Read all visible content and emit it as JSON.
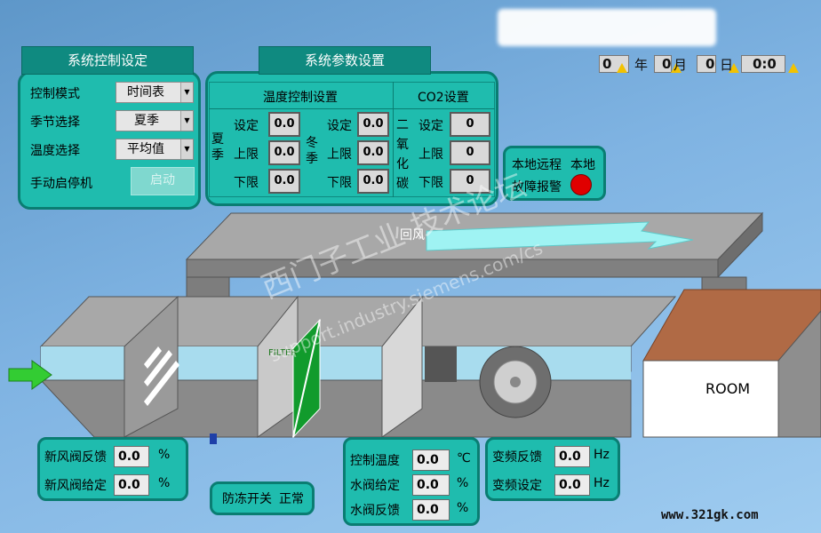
{
  "header": {
    "title_redacted": "",
    "date": {
      "year_value": "0",
      "year_label": "年",
      "month_value": "0",
      "month_label": "月",
      "day_value": "0",
      "day_label": "日",
      "time_value": "0:0"
    }
  },
  "control_panel": {
    "title": "系统控制设定",
    "rows": [
      {
        "label": "控制模式",
        "value": "时间表"
      },
      {
        "label": "季节选择",
        "value": "夏季"
      },
      {
        "label": "温度选择",
        "value": "平均值"
      }
    ],
    "manual_label": "手动启停机",
    "start_button": "启动"
  },
  "param_panel": {
    "title": "系统参数设置",
    "temp_header": "温度控制设置",
    "co2_header": "CO2设置",
    "summer_label": "夏季",
    "winter_label": "冬季",
    "co2_label": "二氧化碳",
    "row_labels": [
      "设定",
      "上限",
      "下限"
    ],
    "summer_values": [
      "0.0",
      "0.0",
      "0.0"
    ],
    "winter_values": [
      "0.0",
      "0.0",
      "0.0"
    ],
    "co2_values": [
      "0",
      "0",
      "0"
    ]
  },
  "status_panel": {
    "mode_label": "本地远程",
    "mode_value": "本地",
    "fault_label": "故障报警",
    "fault_color": "#e00000"
  },
  "diagram": {
    "return_air_label": "回风",
    "filter_label": "FILTER",
    "room_label": "ROOM"
  },
  "fresh_air_panel": {
    "rows": [
      {
        "label": "新风阀反馈",
        "value": "0.0",
        "unit": "%"
      },
      {
        "label": "新风阀给定",
        "value": "0.0",
        "unit": "%"
      }
    ]
  },
  "antifreeze_panel": {
    "label": "防冻开关",
    "status": "正常"
  },
  "water_panel": {
    "rows": [
      {
        "label": "控制温度",
        "value": "0.0",
        "unit": "℃"
      },
      {
        "label": "水阀给定",
        "value": "0.0",
        "unit": "%"
      },
      {
        "label": "水阀反馈",
        "value": "0.0",
        "unit": "%"
      }
    ]
  },
  "vfd_panel": {
    "rows": [
      {
        "label": "变频反馈",
        "value": "0.0",
        "unit": "Hz"
      },
      {
        "label": "变频设定",
        "value": "0.0",
        "unit": "Hz"
      }
    ]
  },
  "watermark": {
    "cn": "西门子工业 技术论坛",
    "url": "support.industry.siemens.com/cs",
    "site": "www.321gk.com"
  },
  "colors": {
    "panel": "#1fbcae",
    "panel_border": "#0a7d72",
    "duct_gray": "#8a8a8a",
    "air_blue": "#a8dcee",
    "room_brown": "#b06a45",
    "arrow_green": "#33cc33",
    "return_arrow": "#9ff3f3"
  }
}
